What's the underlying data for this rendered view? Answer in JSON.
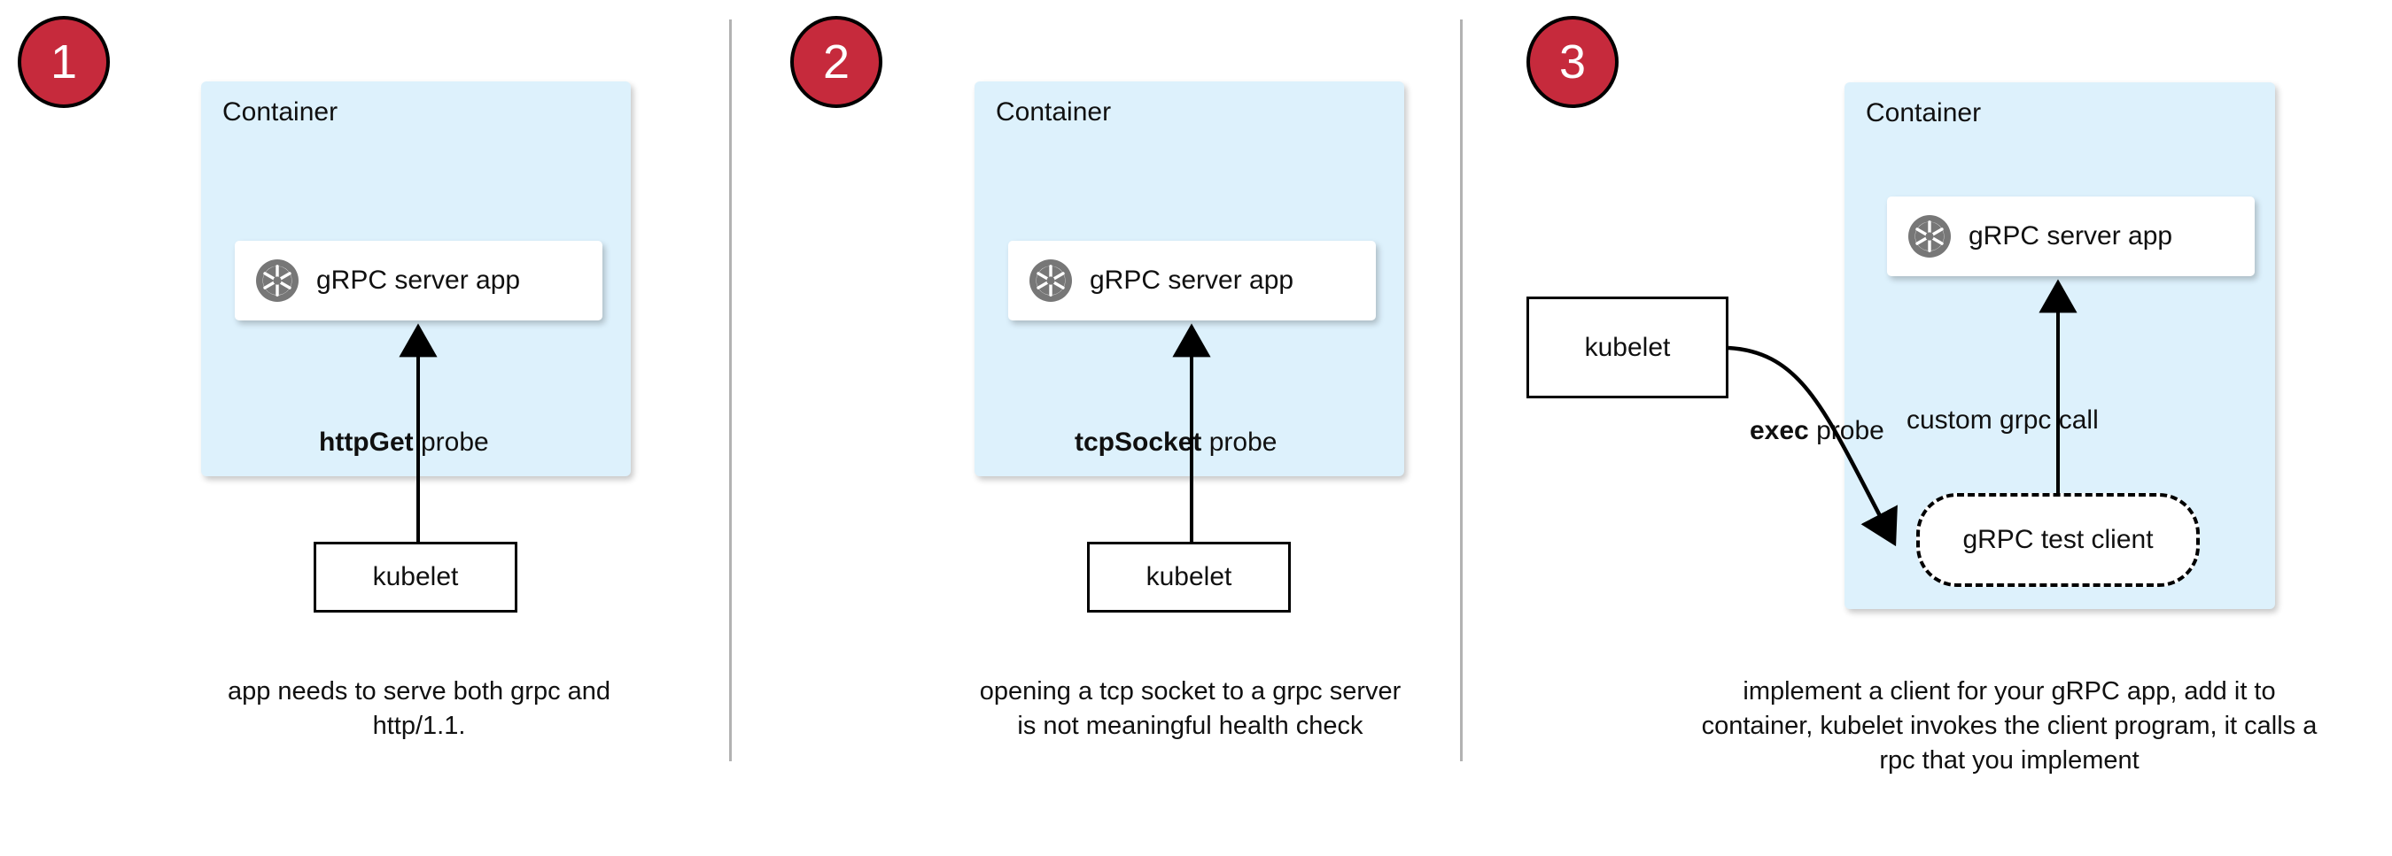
{
  "diagram": {
    "title": "Kubernetes gRPC health probe approaches",
    "colors": {
      "badge_red": "#c62a3c",
      "container_blue": "#ddf1fc",
      "icon_gray": "#777777",
      "divider_gray": "#b2b2b2",
      "stroke_black": "#000000",
      "card_white": "#ffffff"
    },
    "panels": [
      {
        "badge": "1",
        "container_label": "Container",
        "app": {
          "label": "gRPC server app",
          "icon": "grpc-aperture-icon"
        },
        "probe_label_bold": "httpGet",
        "probe_label_rest": " probe",
        "kubelet_label": "kubelet",
        "caption": "app needs to serve both grpc and http/1.1."
      },
      {
        "badge": "2",
        "container_label": "Container",
        "app": {
          "label": "gRPC server app",
          "icon": "grpc-aperture-icon"
        },
        "probe_label_bold": "tcpSocket",
        "probe_label_rest": " probe",
        "kubelet_label": "kubelet",
        "caption": "opening a tcp socket to a grpc server is not meaningful health check"
      },
      {
        "badge": "3",
        "container_label": "Container",
        "app": {
          "label": "gRPC server app",
          "icon": "grpc-aperture-icon"
        },
        "probe_label_bold": "exec",
        "probe_label_rest": " probe",
        "call_label": "custom grpc call",
        "test_client_label": "gRPC test client",
        "kubelet_label": "kubelet",
        "caption": "implement a client for your gRPC app, add it to container, kubelet invokes the client program, it calls a rpc that you implement"
      }
    ]
  }
}
